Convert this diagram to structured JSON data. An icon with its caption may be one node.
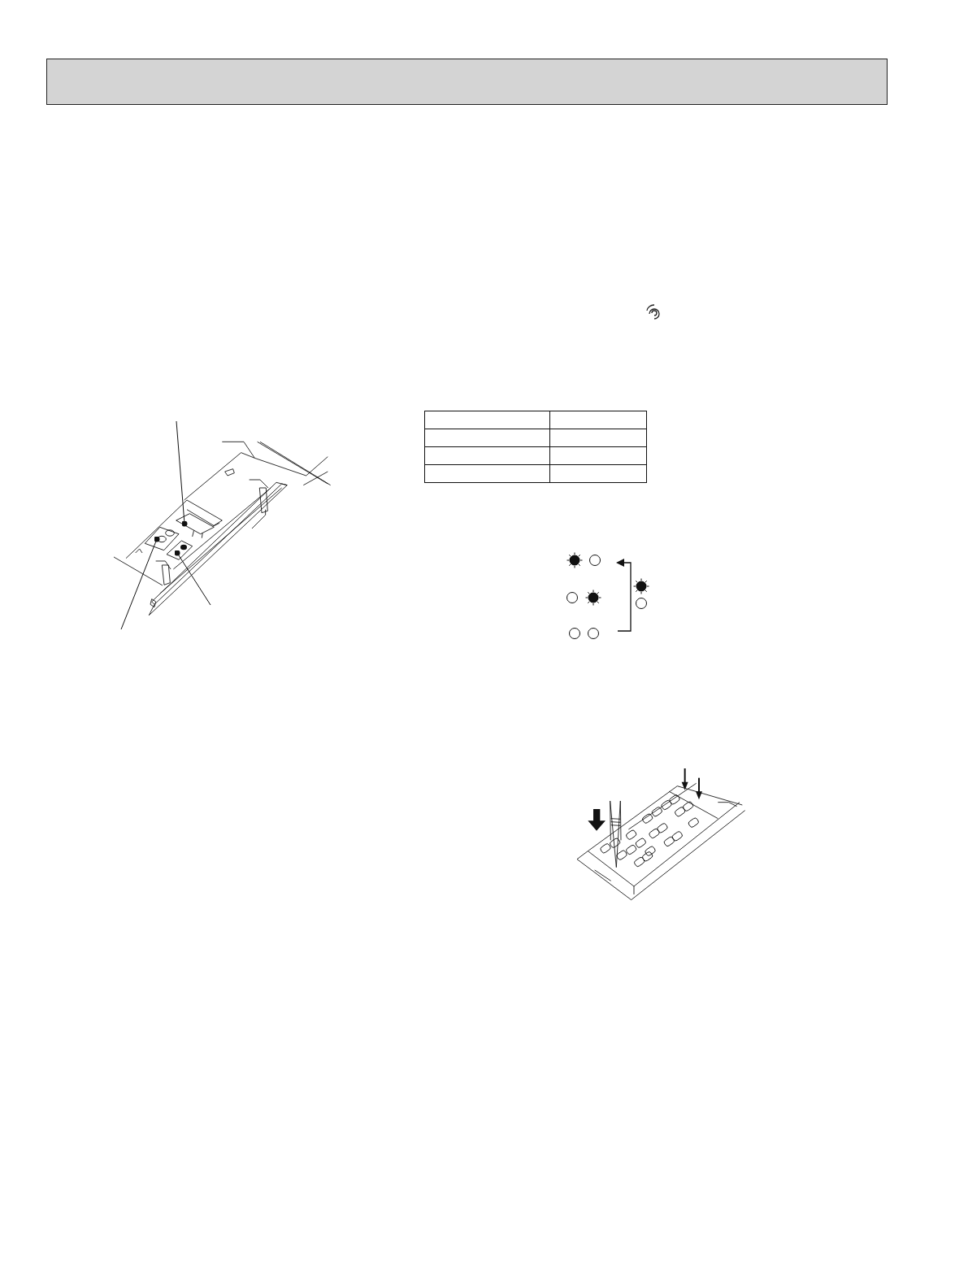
{
  "diagram": {
    "nodes": [
      {
        "text": [],
        "shape": "box"
      },
      {
        "text": [],
        "shape": "box"
      },
      {
        "text": [],
        "shape": "box"
      }
    ],
    "edges": [
      {
        "from": null,
        "to": 0,
        "arrow": "other"
      },
      {
        "from": null,
        "to": 1,
        "arrow": "other"
      },
      {
        "from": null,
        "to": 2,
        "arrow": "other"
      }
    ]
  }
}
